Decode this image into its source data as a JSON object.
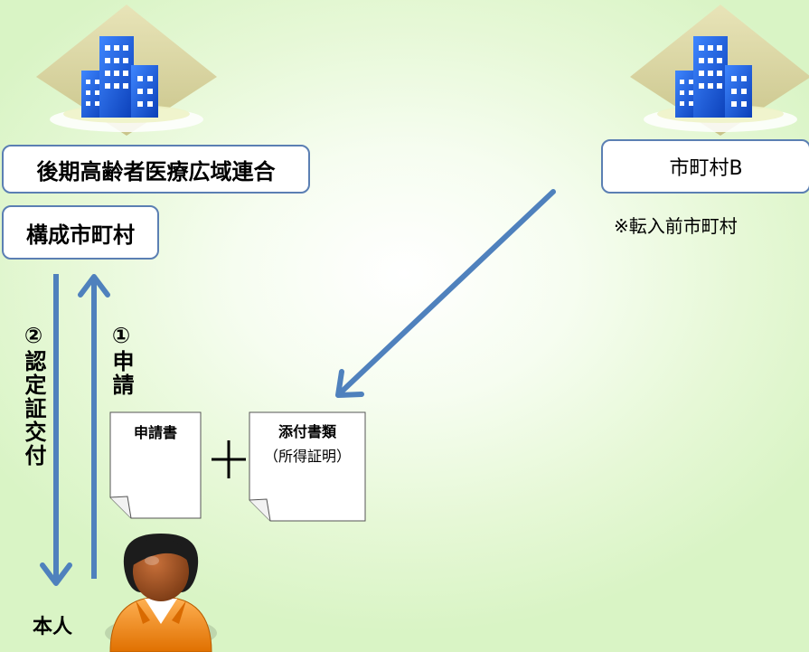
{
  "union": {
    "label": "後期高齢者医療広域連合"
  },
  "constituent": {
    "label": "構成市町村"
  },
  "municipality_b": {
    "label": "市町村B"
  },
  "note": {
    "text": "※転入前市町村"
  },
  "steps": {
    "issue": "②認定証交付",
    "apply": "①申請"
  },
  "documents": {
    "application": "申請書",
    "attachment_title": "添付書類",
    "attachment_sub": "（所得証明）"
  },
  "person": {
    "label": "本人"
  },
  "colors": {
    "arrow": "#4f81bd",
    "box_border": "#5b7fb3",
    "building": "#1f5fd8",
    "diamond": "#d8d3a0",
    "person_skin": "#a0522d",
    "person_shirt": "#f08a1c"
  },
  "icons": {
    "building": "building-icon",
    "person": "person-icon",
    "document": "document-icon"
  }
}
